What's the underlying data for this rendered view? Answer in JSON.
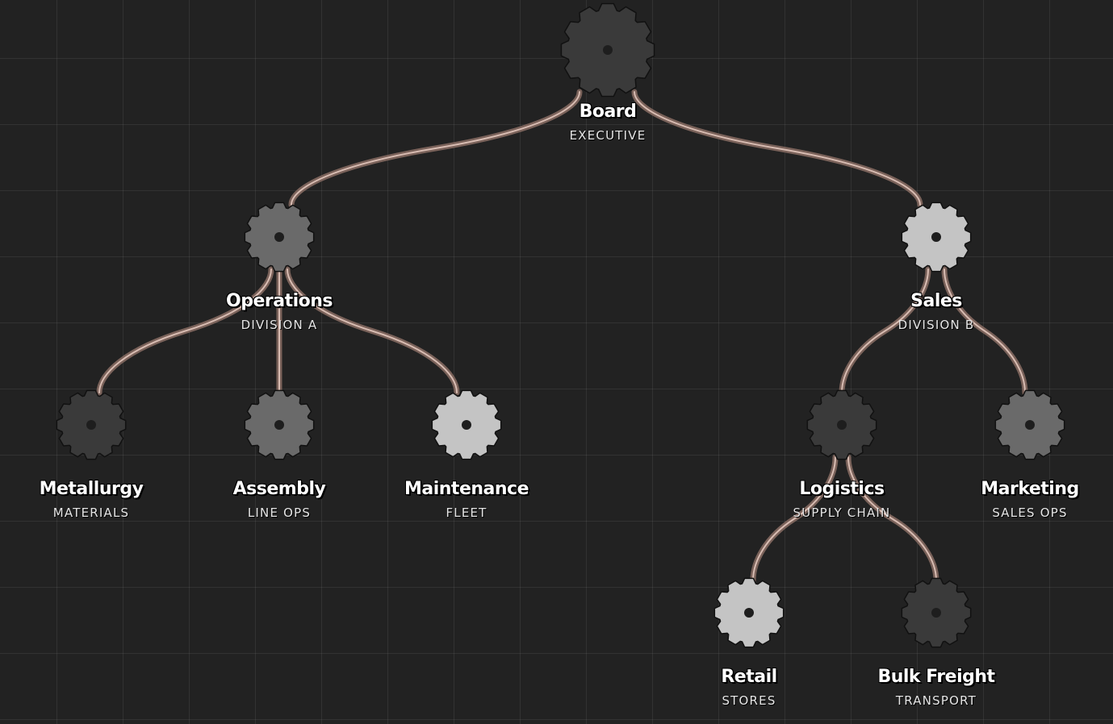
{
  "colors": {
    "background": "#222222",
    "grid": "#333333",
    "edge_outer": "#7a625a",
    "edge_inner": "#d8bcb2",
    "gear_dark": "#3a3a3a",
    "gear_mid": "#6a6a6a",
    "gear_light": "#c4c4c4",
    "gear_outline": "#111111",
    "hub": "#1e1e1e"
  },
  "nodes": [
    {
      "id": "board",
      "label": "Board",
      "sublabel": "EXECUTIVE",
      "shade": "dark",
      "size": "large",
      "parent": null
    },
    {
      "id": "operations",
      "label": "Operations",
      "sublabel": "DIVISION A",
      "shade": "mid",
      "size": "normal",
      "parent": "board"
    },
    {
      "id": "sales",
      "label": "Sales",
      "sublabel": "DIVISION B",
      "shade": "light",
      "size": "normal",
      "parent": "board"
    },
    {
      "id": "metallurgy",
      "label": "Metallurgy",
      "sublabel": "MATERIALS",
      "shade": "dark",
      "size": "normal",
      "parent": "operations"
    },
    {
      "id": "assembly",
      "label": "Assembly",
      "sublabel": "LINE OPS",
      "shade": "mid",
      "size": "normal",
      "parent": "operations"
    },
    {
      "id": "maintenance",
      "label": "Maintenance",
      "sublabel": "FLEET",
      "shade": "light",
      "size": "normal",
      "parent": "operations"
    },
    {
      "id": "logistics",
      "label": "Logistics",
      "sublabel": "SUPPLY CHAIN",
      "shade": "dark",
      "size": "normal",
      "parent": "sales"
    },
    {
      "id": "marketing",
      "label": "Marketing",
      "sublabel": "SALES OPS",
      "shade": "mid",
      "size": "normal",
      "parent": "sales"
    },
    {
      "id": "retail",
      "label": "Retail",
      "sublabel": "STORES",
      "shade": "light",
      "size": "normal",
      "parent": "logistics"
    },
    {
      "id": "bulk_freight",
      "label": "Bulk Freight",
      "sublabel": "TRANSPORT",
      "shade": "dark",
      "size": "normal",
      "parent": "logistics"
    }
  ]
}
